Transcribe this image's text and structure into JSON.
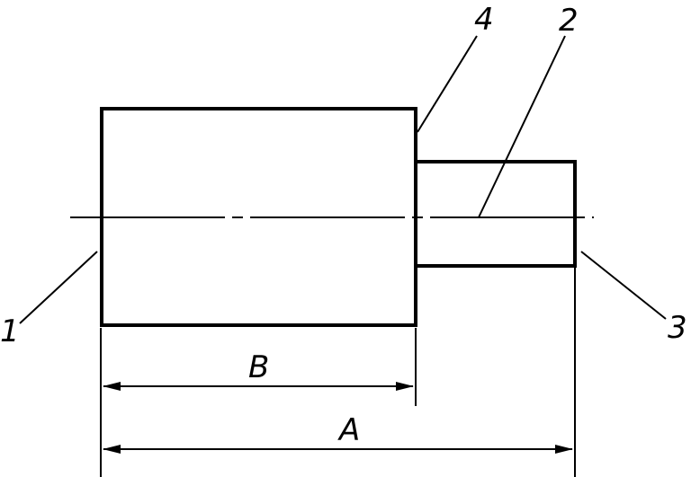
{
  "labels": {
    "leader_1": "1",
    "leader_2": "2",
    "leader_3": "3",
    "leader_4": "4",
    "dimension_b": "B",
    "dimension_a": "A"
  }
}
